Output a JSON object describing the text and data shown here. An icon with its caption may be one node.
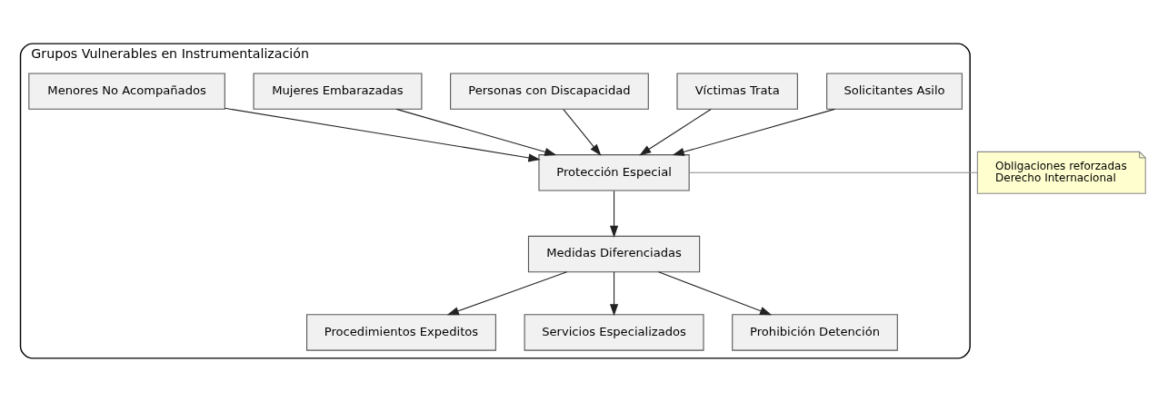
{
  "diagram": {
    "nodes": [
      {
        "text": [
          "Grupos Vulnerables en Instrumentalización"
        ]
      },
      {
        "text": [
          "Solicitantes Asilo"
        ],
        "in": 0
      },
      {
        "text": [
          "Víctimas Trata"
        ],
        "in": 0
      },
      {
        "text": [
          "Personas con Discapacidad"
        ],
        "in": 0
      },
      {
        "text": [
          "Mujeres Embarazadas"
        ],
        "in": 0
      },
      {
        "text": [
          "Menores No Acompañados"
        ],
        "in": 0
      },
      {
        "text": [
          "Protección Especial"
        ],
        "in": 0
      },
      {
        "text": [
          "Medidas Diferenciadas"
        ],
        "in": 0
      },
      {
        "text": [
          "Procedimientos Expeditos"
        ],
        "in": 0
      },
      {
        "text": [
          "Servicios Especializados"
        ],
        "in": 0
      },
      {
        "text": [
          "Prohibición Detención"
        ],
        "in": 0
      },
      {
        "text": [
          "Obligaciones reforzadas Derecho Internacional"
        ]
      }
    ],
    "edges": [
      {
        "from": 1,
        "to": 6,
        "arrow": "to"
      },
      {
        "from": 2,
        "to": 6,
        "arrow": "to"
      },
      {
        "from": 3,
        "to": 6,
        "arrow": "to"
      },
      {
        "from": 4,
        "to": 6,
        "arrow": "to"
      },
      {
        "from": 5,
        "to": 6,
        "arrow": "to"
      },
      {
        "from": 6,
        "to": 7,
        "arrow": "to"
      },
      {
        "from": 7,
        "to": 8,
        "arrow": "to"
      },
      {
        "from": 7,
        "to": 9,
        "arrow": "to"
      },
      {
        "from": 7,
        "to": 10,
        "arrow": "to"
      },
      {
        "from": 6,
        "to": 11,
        "arrow": "none",
        "color": "#888888"
      }
    ]
  }
}
